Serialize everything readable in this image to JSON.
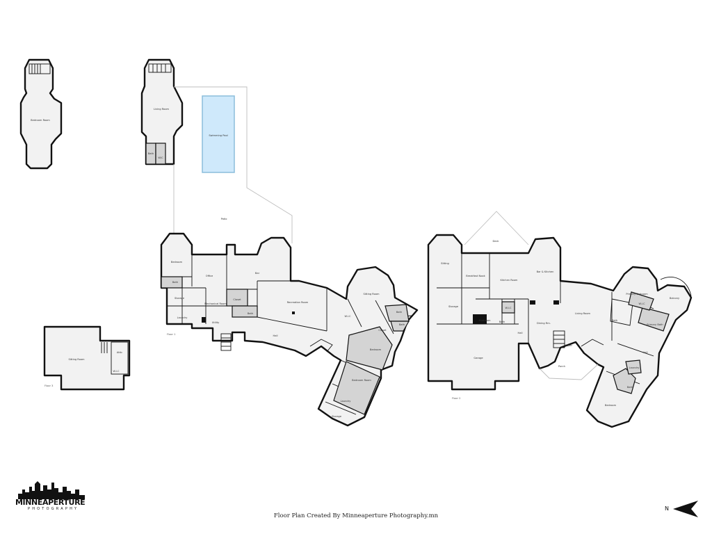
{
  "caption": "Floor Plan Created By Minneaperture Photography.mn",
  "logo": {
    "name": "MINNEAPERTURE",
    "tagline": "PHOTOGRAPHY"
  },
  "compass": {
    "direction": "N"
  },
  "floors": {
    "floor_1": "Floor 1",
    "floor_2": "Floor 2",
    "floor_3": "Floor 3"
  },
  "rooms": {
    "tower_left_bedroom": "Bedroom Room",
    "tower_living": "Living Room",
    "tower_bath": "Bath",
    "tower_w": "W/C",
    "pool": "Swimming Pool",
    "patio": "Patio",
    "bonus_sitting": "Sitting Room",
    "bonus_attic": "Attic",
    "bonus_wic": "W.I.C",
    "f1_bedroom": "Bedroom",
    "f1_bath": "Bath",
    "f1_office": "Office",
    "f1_bar": "Bar",
    "f1_storage": "Storage",
    "f1_laundry": "Laundry",
    "f1_mech": "Mechanical Room",
    "f1_closet": "Closet",
    "f1_bath2": "Bath",
    "f1_utility": "Utility",
    "f1_hall": "Hall",
    "f1_recreation": "Recreation Room",
    "f1_wc": "W.I.C",
    "f1_sitting": "Sitting Room",
    "f1_bath3": "Bath",
    "f1_bath4": "Bath",
    "f1_closet2": "Closet",
    "f1_bedroom2": "Bedroom",
    "f1_bedroom_rm": "Bedroom Room",
    "f1_laundry2": "Laundry",
    "f1_storage2": "Storage",
    "f2_sitting": "Sitting",
    "f2_deck": "Deck",
    "f2_breakfast": "Breakfast Nook",
    "f2_kitchen": "Kitchen Room",
    "f2_bar": "Bar & Kitchen",
    "f2_storage": "Storage",
    "f2_wic": "W.I.C",
    "f2_mud": "Mudroom",
    "f2_bath": "Bath",
    "f2_hall": "Hall",
    "f2_garage": "Garage",
    "f2_dining": "Dining Rm.",
    "f2_living": "Living Room",
    "f2_foyer": "Foyer",
    "f2_porch": "Porch",
    "f2_primary": "Primary Bedroom",
    "f2_wic2": "W.I.C",
    "f2_primary_bath": "Primary Bath",
    "f2_balcony": "Balcony",
    "f2_bath2": "Bath",
    "f2_hall2": "Hall",
    "f2_laundry": "Laundry",
    "f2_bath3": "Bath",
    "f2_bedroom": "Bedroom"
  }
}
